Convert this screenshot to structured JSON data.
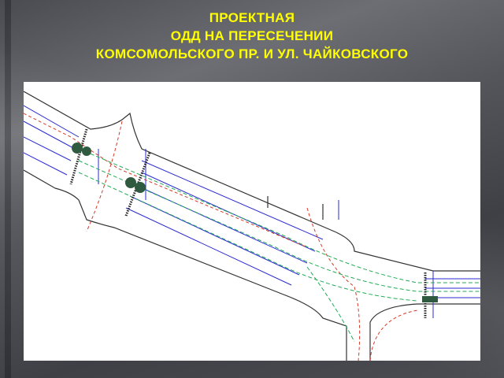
{
  "slide": {
    "title_lines": [
      "ПРОЕКТНАЯ",
      "ОДД НА ПЕРЕСЕЧЕНИИ",
      "КОМСОМОЛЬСКОГО ПР. И УЛ. ЧАЙКОВСКОГО"
    ]
  },
  "colors": {
    "title": "#ffff00",
    "lanes": "#2b2bd0",
    "path": "#d43a2a",
    "traffic": "#22aa55"
  }
}
